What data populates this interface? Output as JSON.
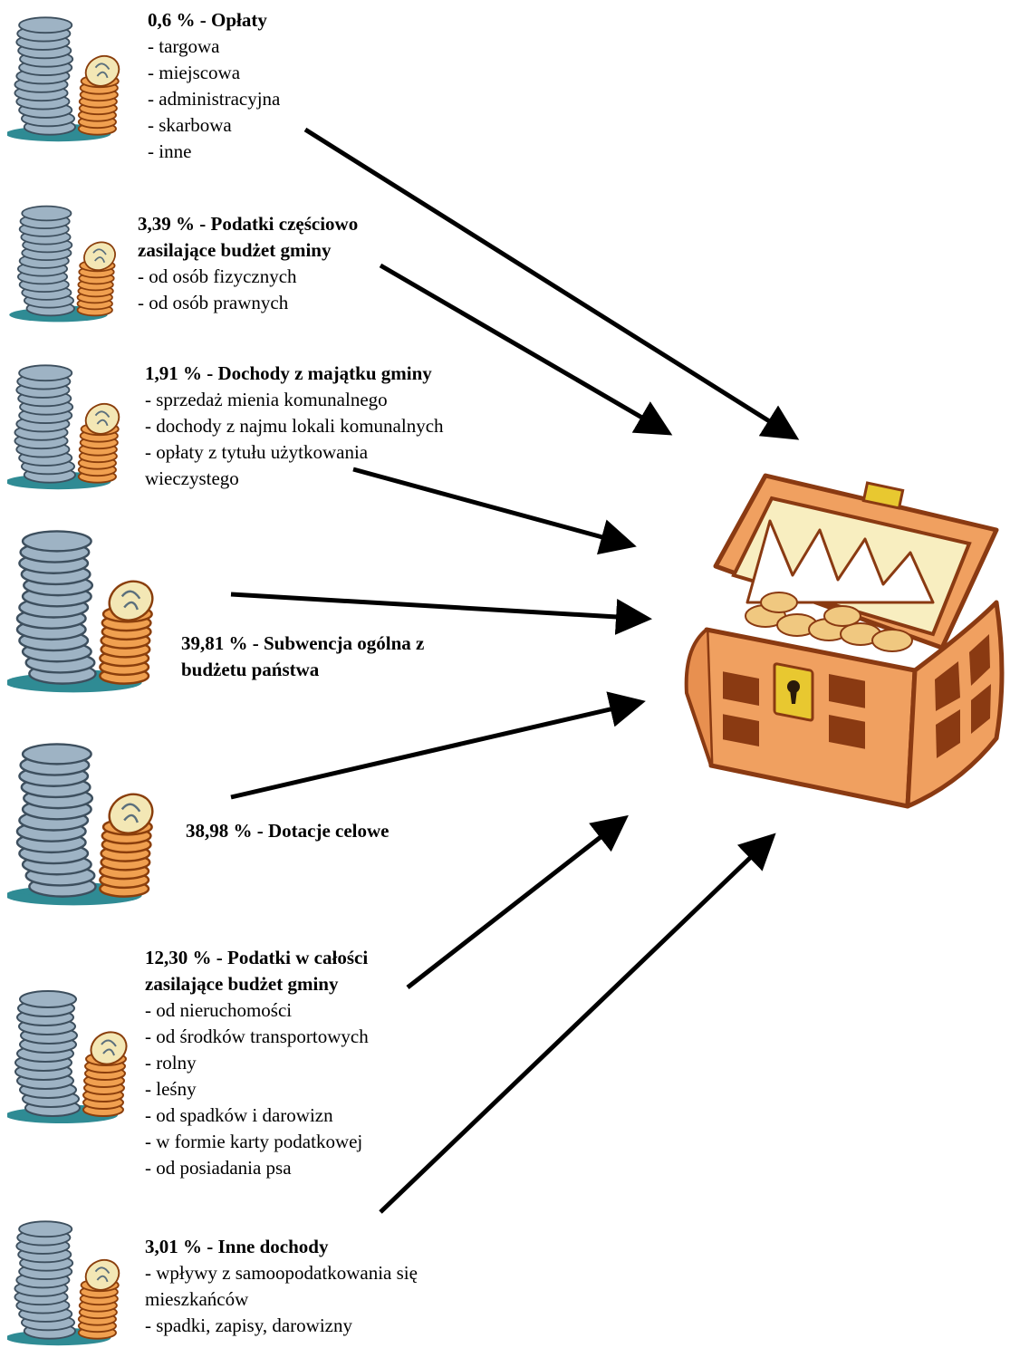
{
  "colors": {
    "coin_grey": "#9eb3c4",
    "coin_grey_dark": "#3d4f5e",
    "coin_orange": "#f0a050",
    "coin_orange_dark": "#8a3e0c",
    "coin_face": "#f3e7b5",
    "shadow_teal": "#2f8b94",
    "chest_orange": "#f0a060",
    "chest_dark": "#8a3a12",
    "lid_light": "#f8eec0",
    "lid_glow": "#ffffff",
    "lock_gold": "#e8c830"
  },
  "icons": [
    "coin-stack-icon",
    "treasure-chest-icon",
    "arrow-icon"
  ],
  "sources": [
    {
      "title": "0,6 % - Opłaty",
      "items": [
        "- targowa",
        "- miejscowa",
        "- administracyjna",
        "- skarbowa",
        "- inne"
      ]
    },
    {
      "title_lines": [
        "3,39 % - Podatki częściowo",
        "zasilające budżet gminy"
      ],
      "items": [
        "- od osób fizycznych",
        "- od osób prawnych"
      ]
    },
    {
      "title": "1,91 % - Dochody z majątku gminy",
      "items": [
        "- sprzedaż mienia komunalnego",
        "- dochody z najmu lokali komunalnych",
        "- opłaty z tytułu użytkowania",
        "wieczystego"
      ]
    },
    {
      "title_lines": [
        "39,81 % - Subwencja ogólna z",
        "budżetu państwa"
      ]
    },
    {
      "title": "38,98 % - Dotacje celowe"
    },
    {
      "title_lines": [
        "12,30 % - Podatki w całości",
        "zasilające budżet gminy"
      ],
      "items": [
        "- od nieruchomości",
        "- od środków transportowych",
        "- rolny",
        "- leśny",
        "- od spadków i darowizn",
        "- w formie karty podatkowej",
        "- od posiadania psa"
      ]
    },
    {
      "title": "3,01 % - Inne dochody",
      "items": [
        "- wpływy z samoopodatkowania się",
        "mieszkańców",
        "- spadki, zapisy, darowizny"
      ]
    }
  ]
}
